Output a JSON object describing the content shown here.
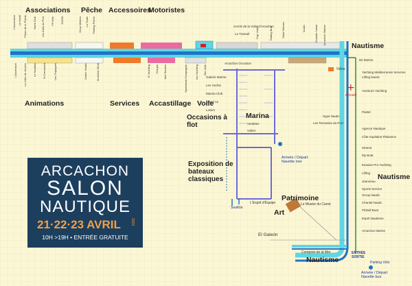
{
  "categories": {
    "associations": "Associations",
    "peche": "Pêche",
    "accessoires": "Accessoires",
    "motoristes": "Motoristes",
    "animations": "Animations",
    "services": "Services",
    "accastillage": "Accastillage",
    "voile": "Voile",
    "occasions": "Occasions à flot",
    "marina": "Marina",
    "exposition": "Exposition de bateaux classiques",
    "patrimoine": "Patrimoine",
    "art": "Art",
    "nautisme_top": "Nautisme",
    "nautisme_right": "Nautisme",
    "nautisme_bottom": "Nautisme"
  },
  "poster": {
    "line1": "ARCACHON",
    "line2": "SALON",
    "line3": "NAUTIQUE",
    "dates": "21·22·23 AVRIL",
    "year": "2023",
    "info": "10H >19H • ENTRÉE GRATUITE",
    "colors": {
      "background": "#1d3f5e",
      "accent": "#f2a04a",
      "text": "#ffffff"
    }
  },
  "places": {
    "arrivee_navette_mer": "Arrivée / Départ Navette mer",
    "arrivee_navette_bus": "Arrivée / Départ Navette bus",
    "entree_sortie": "ENTRÉE SORTIE",
    "parking_velo": "Parking Vélo",
    "comptoir": "Comptoir de la Mer",
    "el_galeon": "El Galeón",
    "esprit_equipe": "L'Esprit d'Équipe",
    "seakite": "SeaKite",
    "musee_canot": "Le Musée du Canot",
    "velos": "Vélos",
    "accueil": "Accueil"
  },
  "exhibitors": {
    "right_column": [
      "B2 Marine",
      "Yachting Méditerranée Services",
      "Lifting Nautic",
      "Aventure Yachting",
      "Piattel",
      "Hype Nautic",
      "Les Terrasses du Port",
      "Agence Nautique",
      "Côte Aquitaine Plaisance",
      "Seanut",
      "My Boat",
      "Evasion Pro Yachting",
      "Lifting",
      "Jeanneau",
      "Sports Service",
      "Group Nautic",
      "Chantal Nautic",
      "Pinball Boat",
      "Esprit Nautisme",
      "Arcachon Marine"
    ],
    "top_left": [
      "L'Ascension",
      "Le Hardi",
      "Phare de la Pointe",
      "Yacht Club",
      "Les Amis du Port",
      "FFVoile",
      "SNSM"
    ],
    "bottom_left": [
      "L'Ascension",
      "La Voile de Jeunes",
      "Le Nautilus",
      "B.Cormorant",
      "Les Tropiques"
    ],
    "peche": [
      "Deux Métiers",
      "La Traite",
      "Fishing Pêche"
    ],
    "services": [
      "Jumbo Nautic",
      "Arcachon Boat"
    ],
    "accastillage": [
      "E-Yachting",
      "Groupe",
      "Abri Service"
    ],
    "voile": [
      "Sportsboat Compagnie",
      "Alu Yachting",
      "Bio Voile"
    ],
    "marina_column": [
      "Galerie Marine",
      "Les Yachts",
      "Marina Club",
      "Stand 12",
      "Loisirs",
      "Vedettes",
      "Voilier"
    ],
    "center": [
      "Le Tramail",
      "Cercle de la Voile d'Arcachon",
      "Arcachon Occasion",
      "Cap Voiles",
      "Rafting Brut",
      "Salut Sirènes",
      "Nautic",
      "Chantier Naval",
      "Arcachon Marine"
    ]
  },
  "colors": {
    "background": "#fbf6d4",
    "quay_blue": "#1e73c8",
    "pontoon_cyan": "#5fd6e3",
    "walkway_green": "#2e8b3a",
    "marina_purple": "#6a6ad8",
    "stand_orange": "#f07a2a",
    "patrimoine_brown": "#c07838",
    "accent_red": "#d62020",
    "pink": "#e96ba0"
  }
}
